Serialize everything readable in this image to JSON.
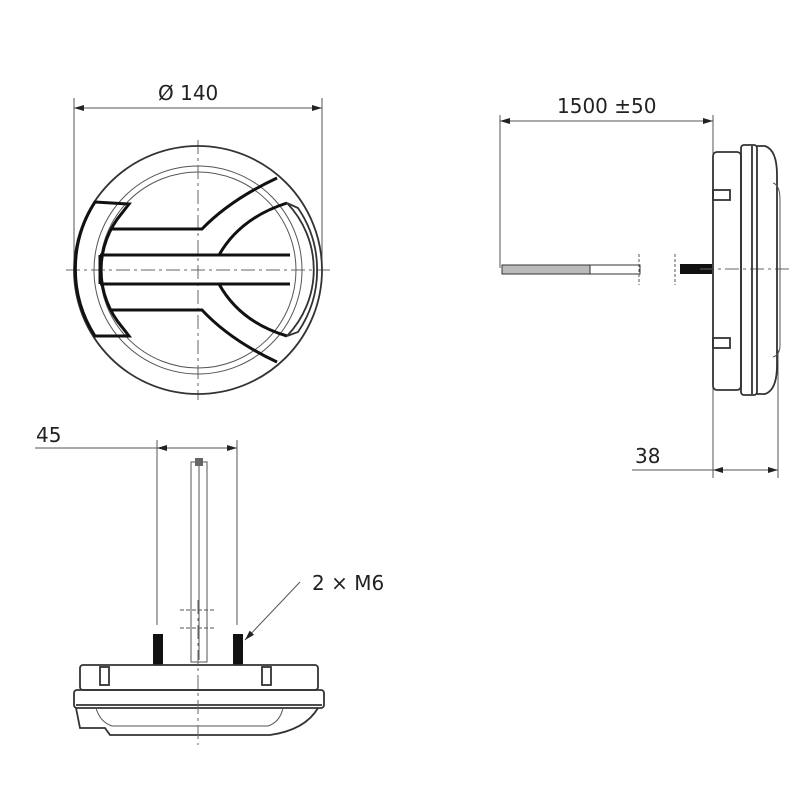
{
  "dimensions": {
    "diameter": "Ø 140",
    "cable_length": "1500 ±50",
    "stud_spacing": "45",
    "depth": "38",
    "studs": "2 × M6"
  },
  "colors": {
    "line": "#111111",
    "thin_line": "#555555"
  }
}
